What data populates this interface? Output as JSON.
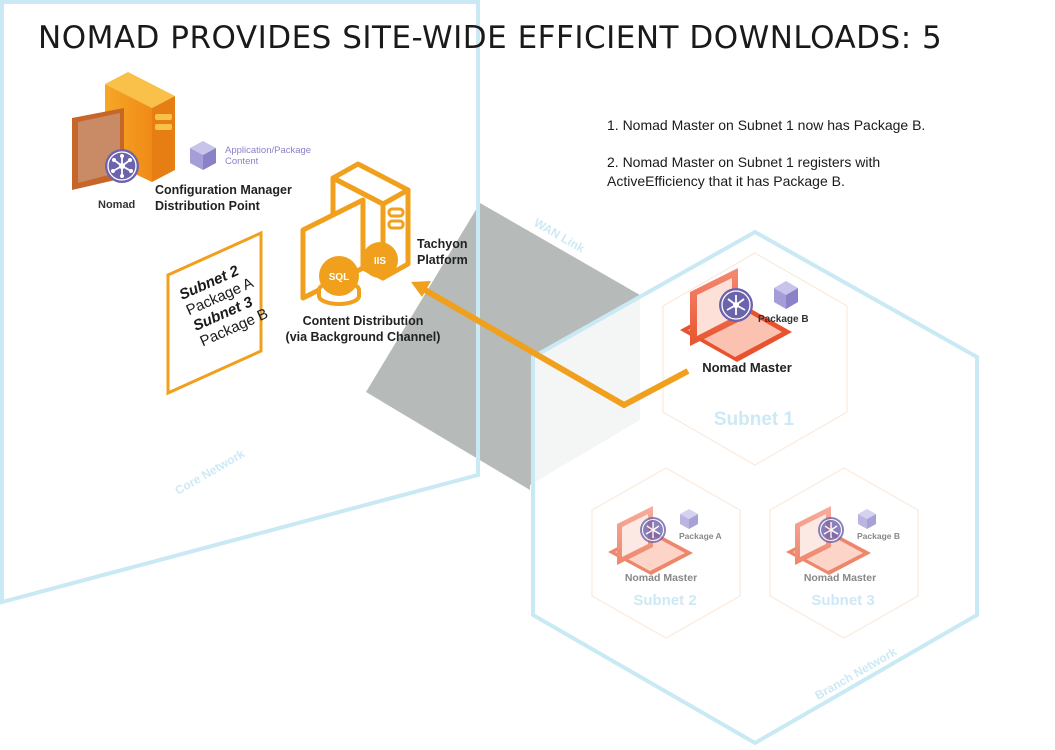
{
  "title": "NOMAD PROVIDES SITE-WIDE EFFICIENT DOWNLOADS: 5",
  "steps": [
    "1. Nomad Master on Subnet 1 now has Package B.",
    "2. Nomad Master on Subnet 1 registers with ActiveEfficiency that it has Package B."
  ],
  "core": {
    "nomad_label": "Nomad",
    "content_label_line1": "Application/Package",
    "content_label_line2": "Content",
    "dp_label_line1": "Configuration Manager",
    "dp_label_line2": "Distribution Point",
    "tachyon_line1": "Tachyon",
    "tachyon_line2": "Platform",
    "sql_label": "SQL",
    "iis_label": "IIS",
    "content_dist_line1": "Content Distribution",
    "content_dist_line2": "(via Background Channel)",
    "network_label": "Core Network"
  },
  "note": {
    "lines": [
      "Subnet 2",
      "Package A",
      "Subnet 3",
      "Package B"
    ]
  },
  "wan_label": "WAN Link",
  "branch": {
    "network_label": "Branch Network",
    "subnets": [
      {
        "name": "Subnet 1",
        "master_label": "Nomad Master",
        "package_label": "Package B"
      },
      {
        "name": "Subnet 2",
        "master_label": "Nomad Master",
        "package_label": "Package A"
      },
      {
        "name": "Subnet 3",
        "master_label": "Nomad Master",
        "package_label": "Package B"
      }
    ]
  },
  "colors": {
    "accent_orange": "#f0a01c",
    "hexagon_outline": "#c9e9f4",
    "subnet_text": "#cde9f5",
    "wan_gray": "#9ea3a1",
    "nomad_purple": "#6c63ad",
    "package_purple": "#9a92d0"
  }
}
